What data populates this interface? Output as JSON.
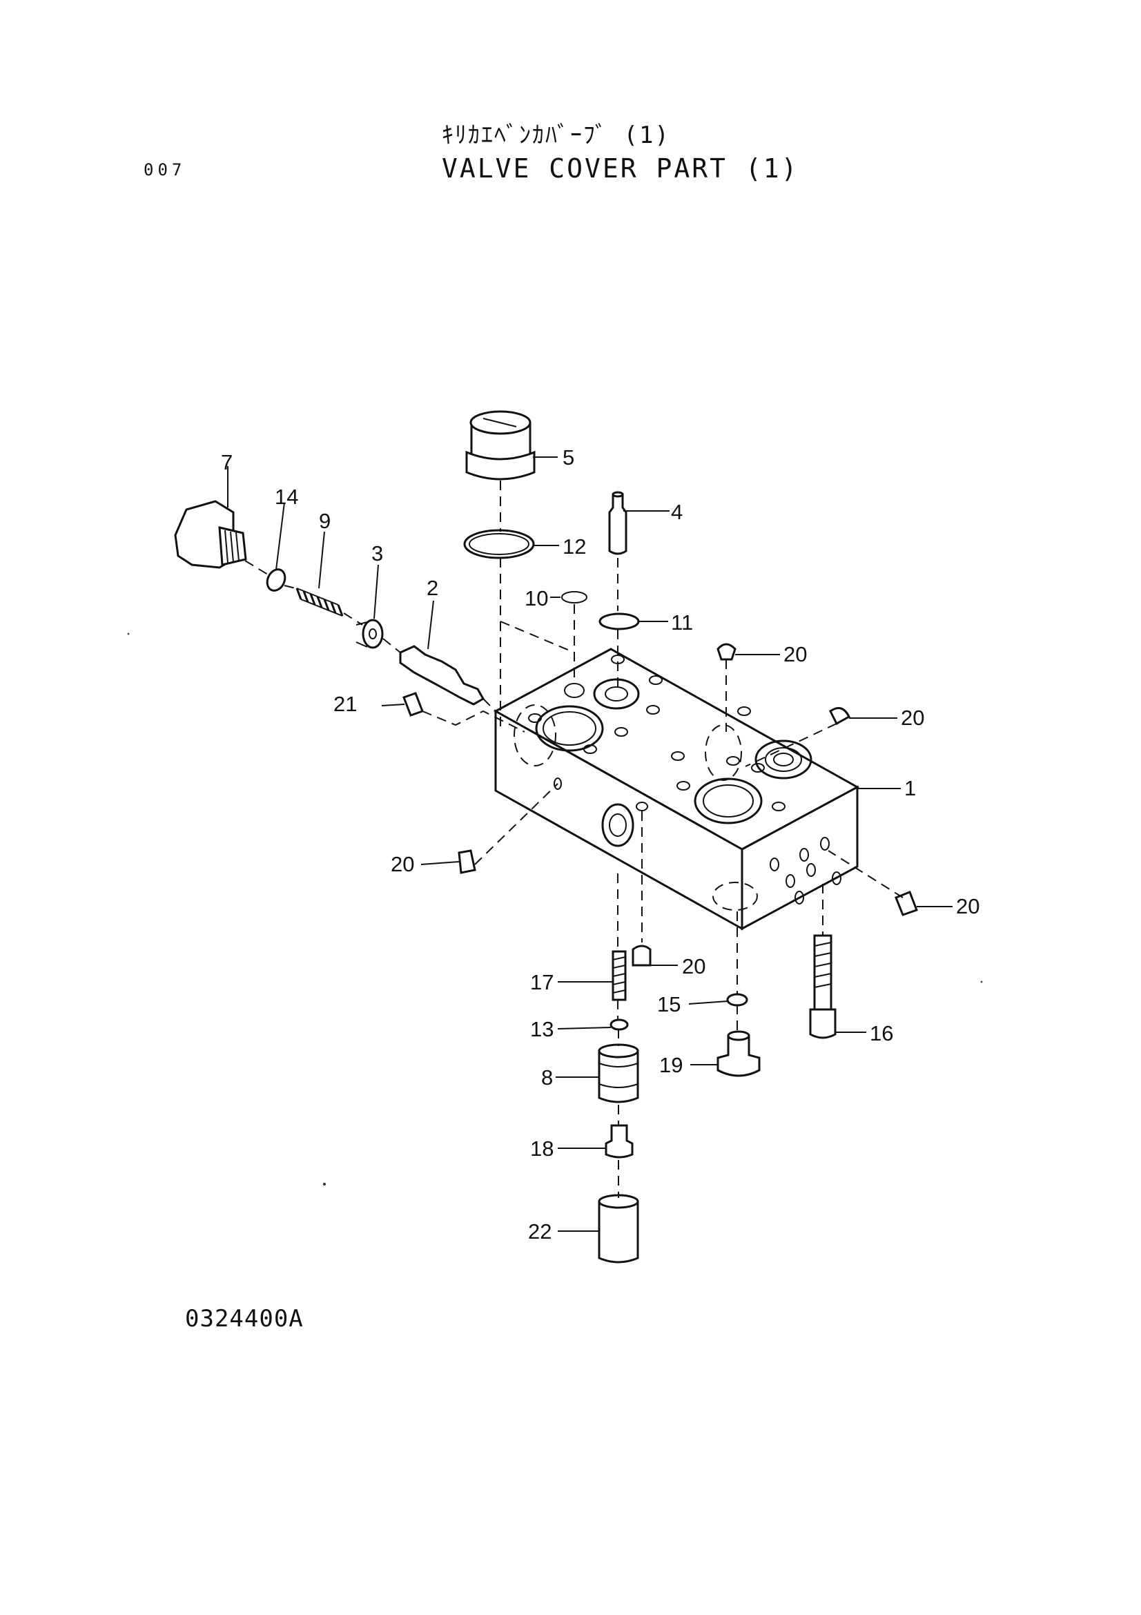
{
  "header": {
    "title_jp": "ｷﾘｶｴﾍﾞﾝｶﾊﾞｰﾌﾞ (1)",
    "title_en": "VALVE COVER PART (1)",
    "page_number": "007"
  },
  "footer": {
    "drawing_number": "0324400A"
  },
  "callouts": {
    "c1": "1",
    "c2": "2",
    "c3": "3",
    "c4": "4",
    "c5": "5",
    "c7": "7",
    "c8": "8",
    "c9": "9",
    "c10": "10",
    "c11": "11",
    "c12": "12",
    "c13": "13",
    "c14": "14",
    "c15": "15",
    "c16": "16",
    "c17": "17",
    "c18": "18",
    "c19": "19",
    "c20a": "20",
    "c20b": "20",
    "c20c": "20",
    "c20d": "20",
    "c20e": "20",
    "c21": "21",
    "c22": "22"
  }
}
